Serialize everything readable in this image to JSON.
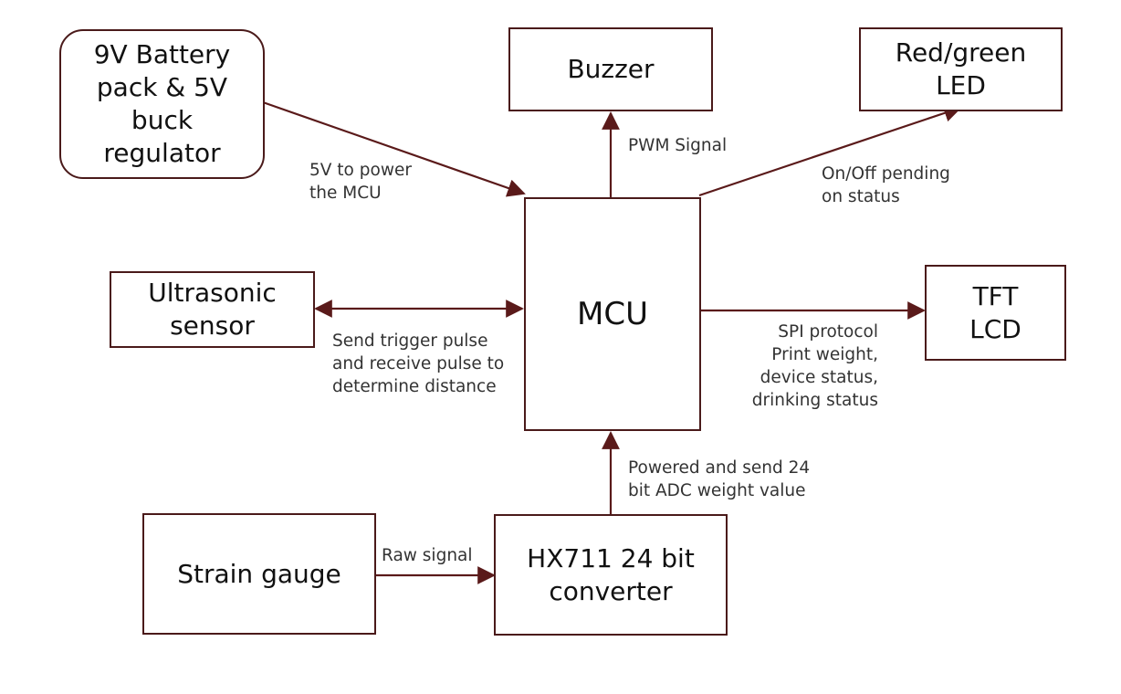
{
  "blocks": {
    "battery": "9V Battery\npack & 5V\nbuck\nregulator",
    "buzzer": "Buzzer",
    "led": "Red/green\nLED",
    "ultrasonic": "Ultrasonic\nsensor",
    "mcu": "MCU",
    "tft": "TFT\nLCD",
    "strain": "Strain gauge",
    "hx711": "HX711 24 bit\nconverter"
  },
  "labels": {
    "power": "5V to power\nthe MCU",
    "pwm": "PWM Signal",
    "led_signal": "On/Off pending\non status",
    "ultrasonic_signal": "Send trigger pulse\nand receive pulse to\ndetermine distance",
    "spi": "SPI protocol\nPrint weight,\ndevice status,\ndrinking status",
    "adc": "Powered and send 24\nbit ADC weight value",
    "raw": "Raw signal"
  },
  "colors": {
    "line": "#5a1a1a",
    "border": "#4a1a1a"
  }
}
